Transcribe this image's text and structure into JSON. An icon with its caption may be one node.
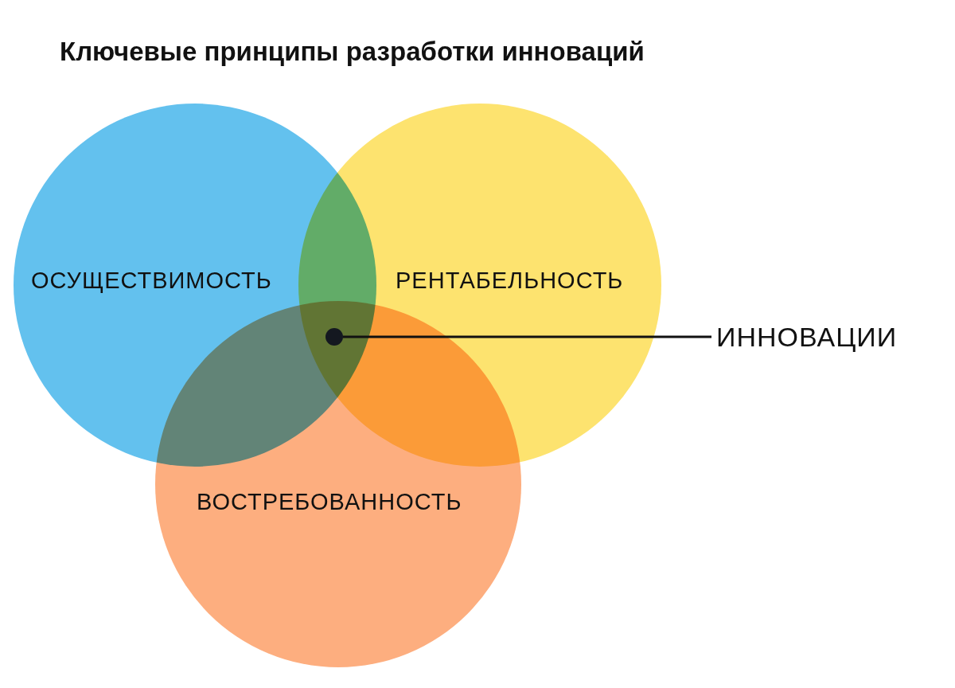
{
  "diagram": {
    "title": "Ключевые принципы разработки инноваций",
    "nodes": [
      {
        "text": [
          "ОСУЩЕСТВИМОСТЬ"
        ]
      },
      {
        "text": [
          "РЕНТАБЕЛЬНОСТЬ"
        ]
      },
      {
        "text": [],
        "shape": "circle"
      },
      {
        "text": [
          "ИННОВАЦИИ"
        ]
      },
      {
        "text": [
          "ВОСТРЕБОВАННОСТЬ"
        ]
      }
    ],
    "edges": [
      {
        "from": 3,
        "to": 2,
        "arrow": "none"
      }
    ]
  }
}
